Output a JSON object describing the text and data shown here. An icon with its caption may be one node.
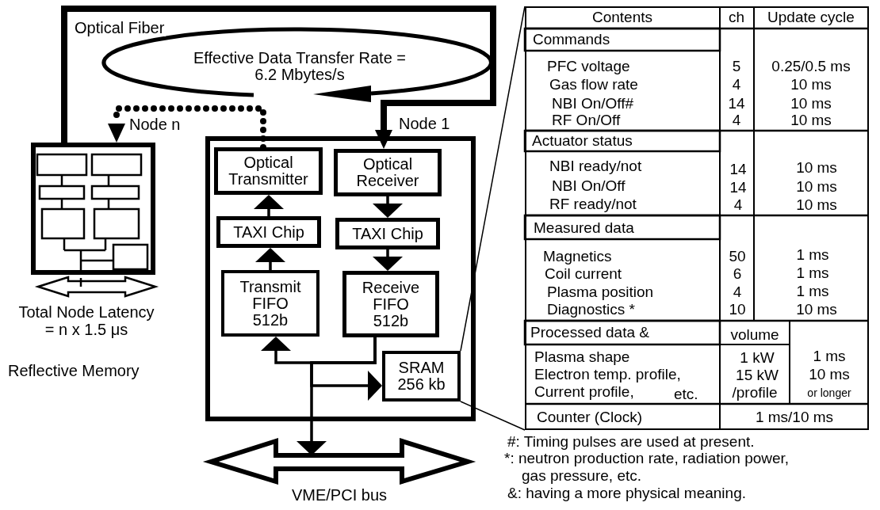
{
  "diagram": {
    "nodes": [
      {
        "text": [
          "Node n"
        ]
      },
      {
        "text": [
          "Effective Data Transfer Rate = 6.2 Mbytes/s"
        ]
      },
      {
        "text": [
          "Node 1"
        ]
      },
      {
        "text": [
          "Optical Transmitter"
        ],
        "in": 2
      },
      {
        "text": [
          "Optical Receiver"
        ],
        "in": 2
      },
      {
        "text": [
          "TAXI Chip"
        ],
        "in": 2
      },
      {
        "text": [
          "TAXI Chip"
        ],
        "in": 2
      },
      {
        "text": [
          "Transmit FIFO 512b"
        ],
        "in": 2
      },
      {
        "text": [
          "Receive FIFO 512b"
        ],
        "in": 2
      },
      {
        "text": [
          "SRAM 256 kb"
        ],
        "in": 2
      },
      {
        "text": [
          "VME/PCI bus"
        ]
      },
      {
        "text": [],
        "shape": "box"
      }
    ],
    "edges": [
      {
        "from": 0,
        "to": 4,
        "arrow": "to",
        "style": "thick",
        "label": "Optical Fiber"
      },
      {
        "from": 3,
        "to": 0,
        "arrow": "to",
        "style": "dashed"
      },
      {
        "from": 5,
        "to": 3,
        "arrow": "to"
      },
      {
        "from": 4,
        "to": 6,
        "arrow": "to"
      },
      {
        "from": 7,
        "to": 5,
        "arrow": "to"
      },
      {
        "from": 6,
        "to": 8,
        "arrow": "to"
      },
      {
        "from": 8,
        "to": 7,
        "arrow": "to"
      },
      {
        "from": 8,
        "to": 9,
        "arrow": "to"
      },
      {
        "from": 8,
        "to": 10,
        "arrow": "to"
      },
      {
        "from": 9,
        "to": 11,
        "arrow": "none"
      }
    ],
    "labels": [
      "Total Node Latency = n x 1.5 μs",
      "Reflective Memory",
      "Contents",
      "ch",
      "Update cycle",
      "Commands",
      "PFC voltage",
      "5",
      "0.25/0.5 ms",
      "Gas flow rate",
      "4",
      "10 ms",
      "NBI On/Off#",
      "14",
      "10 ms",
      "RF On/Off",
      "4",
      "10 ms",
      "Actuator status",
      "NBI ready/not",
      "14",
      "10 ms",
      "NBI On/Off",
      "14",
      "10 ms",
      "RF ready/not",
      "4",
      "10 ms",
      "Measured data",
      "Magnetics",
      "50",
      "1 ms",
      "Coil current",
      "6",
      "1 ms",
      "Plasma position",
      "4",
      "1 ms",
      "Diagnostics *",
      "10",
      "10 ms",
      "Processed data &",
      "volume",
      "Plasma shape",
      "1 kW",
      "1 ms",
      "Electron temp. profile,",
      "15 kW",
      "10 ms",
      "Current profile,",
      "etc.",
      "/profile",
      "or longer",
      "Counter (Clock)",
      "1 ms/10 ms",
      "#: Timing pulses are used at present.",
      "*: neutron production rate, radiation power, gas pressure, etc.",
      "&: having a more physical meaning."
    ]
  }
}
